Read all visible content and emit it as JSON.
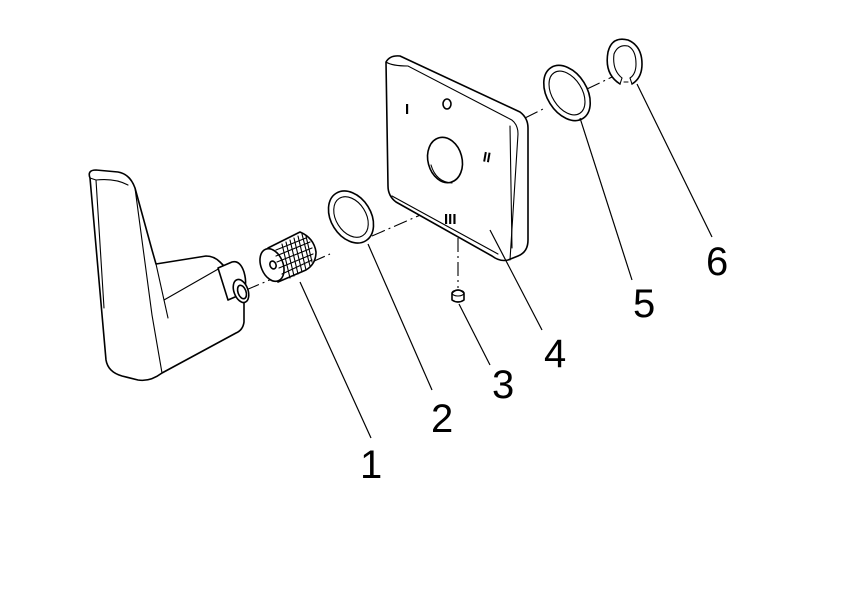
{
  "callouts": {
    "c1": "1",
    "c2": "2",
    "c3": "3",
    "c4": "4",
    "c5": "5",
    "c6": "6"
  },
  "plate_marks": {
    "top": "I",
    "right": "II",
    "bottom": "III"
  },
  "colors": {
    "line": "#000000",
    "background": "#ffffff"
  }
}
